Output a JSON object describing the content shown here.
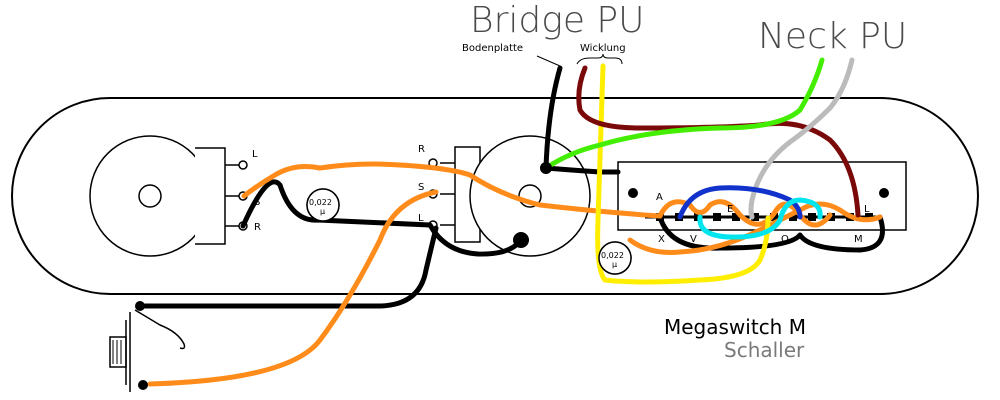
{
  "labels": {
    "bridge_pu": "Bridge PU",
    "neck_pu": "Neck PU",
    "bodenplatte": "Bodenplatte",
    "wicklung": "Wicklung",
    "switch_model": "Megaswitch M",
    "manufacturer": "Schaller"
  },
  "pot_lugs": {
    "left": [
      "L",
      "S",
      "R"
    ],
    "right": [
      "R",
      "S",
      "L"
    ]
  },
  "capacitor_label": "0,022",
  "capacitor_unit": "µ",
  "switch_lugs_top": [
    "A",
    "E",
    "L"
  ],
  "switch_lugs_bottom": [
    "X",
    "V",
    "Q",
    "M"
  ],
  "wire_colors": {
    "black": "#000000",
    "orange": "#ff8c1a",
    "yellow": "#ffee00",
    "green": "#44ee00",
    "gray": "#bbbbbb",
    "maroon": "#7a0a0a",
    "blue": "#1133cc",
    "cyan": "#00e5ee"
  }
}
